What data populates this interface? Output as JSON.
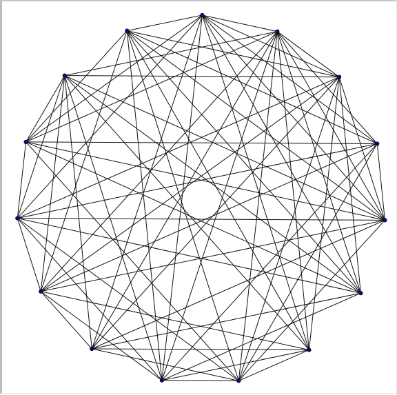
{
  "graph": {
    "vertex_count": 15,
    "vertex_ids": [
      0,
      1,
      2,
      3,
      4,
      5,
      6,
      7,
      8,
      9,
      10,
      11,
      12,
      13,
      14
    ],
    "edge_list": [
      [
        0,
        1
      ],
      [
        0,
        3
      ],
      [
        0,
        4
      ],
      [
        0,
        5
      ],
      [
        0,
        6
      ],
      [
        0,
        7
      ],
      [
        0,
        8
      ],
      [
        0,
        9
      ],
      [
        0,
        11
      ],
      [
        0,
        13
      ],
      [
        1,
        2
      ],
      [
        1,
        3
      ],
      [
        1,
        4
      ],
      [
        1,
        5
      ],
      [
        1,
        6
      ],
      [
        1,
        7
      ],
      [
        1,
        9
      ],
      [
        1,
        10
      ],
      [
        1,
        12
      ],
      [
        1,
        13
      ],
      [
        2,
        3
      ],
      [
        2,
        4
      ],
      [
        2,
        5
      ],
      [
        2,
        6
      ],
      [
        2,
        7
      ],
      [
        2,
        8
      ],
      [
        2,
        9
      ],
      [
        2,
        10
      ],
      [
        2,
        11
      ],
      [
        2,
        13
      ],
      [
        2,
        14
      ],
      [
        3,
        5
      ],
      [
        3,
        6
      ],
      [
        3,
        7
      ],
      [
        3,
        8
      ],
      [
        3,
        10
      ],
      [
        3,
        11
      ],
      [
        3,
        12
      ],
      [
        3,
        14
      ],
      [
        4,
        5
      ],
      [
        4,
        8
      ],
      [
        4,
        9
      ],
      [
        4,
        11
      ],
      [
        4,
        12
      ],
      [
        4,
        13
      ],
      [
        5,
        8
      ],
      [
        5,
        10
      ],
      [
        5,
        11
      ],
      [
        5,
        12
      ],
      [
        5,
        13
      ],
      [
        5,
        14
      ],
      [
        6,
        9
      ],
      [
        6,
        10
      ],
      [
        6,
        12
      ],
      [
        6,
        13
      ],
      [
        6,
        14
      ],
      [
        7,
        8
      ],
      [
        7,
        9
      ],
      [
        7,
        10
      ],
      [
        7,
        11
      ],
      [
        7,
        14
      ],
      [
        8,
        9
      ],
      [
        8,
        10
      ],
      [
        8,
        12
      ],
      [
        8,
        13
      ],
      [
        9,
        11
      ],
      [
        9,
        12
      ],
      [
        9,
        14
      ],
      [
        10,
        11
      ],
      [
        10,
        14
      ],
      [
        11,
        12
      ],
      [
        11,
        14
      ],
      [
        12,
        13
      ],
      [
        12,
        14
      ],
      [
        13,
        14
      ]
    ],
    "colors": {
      "edge": "#111111",
      "vertex": "#0a0a80",
      "background": "#ffffff"
    }
  }
}
